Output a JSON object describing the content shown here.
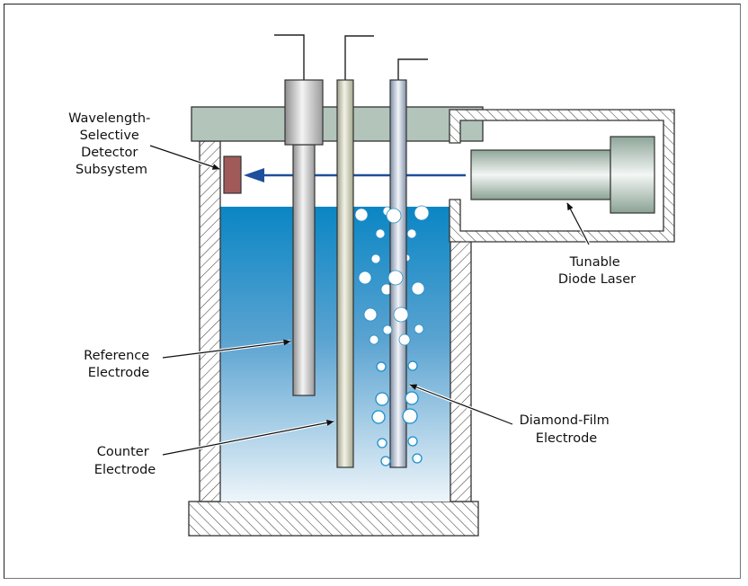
{
  "diagram": {
    "title": "Electrochemical cell with diamond-film electrode and tunable diode laser detection",
    "labels": {
      "detector": [
        "Wavelength-",
        "Selective",
        "Detector",
        "Subsystem"
      ],
      "laser": [
        "Tunable",
        "Diode Laser"
      ],
      "reference": [
        "Reference",
        "Electrode"
      ],
      "counter": [
        "Counter",
        "Electrode"
      ],
      "diamond": [
        "Diamond-Film",
        "Electrode"
      ]
    },
    "colors": {
      "lid": "#b3c4bb",
      "liquid_top": "#0a86c4",
      "liquid_bottom": "#eef5fa",
      "detector": "#a05a5a",
      "beam": "#1e4f9c",
      "outline": "#333333"
    }
  }
}
